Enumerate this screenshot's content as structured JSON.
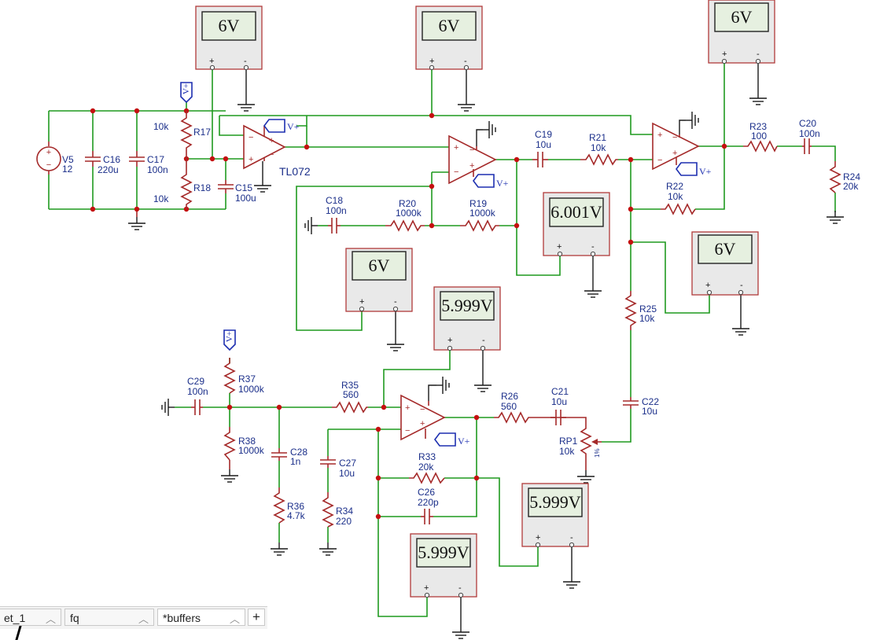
{
  "meters": [
    {
      "id": "m1",
      "value": "6V",
      "plus": "+",
      "minus": "-"
    },
    {
      "id": "m2",
      "value": "6V",
      "plus": "+",
      "minus": "-"
    },
    {
      "id": "m3",
      "value": "6V",
      "plus": "+",
      "minus": "-"
    },
    {
      "id": "m4",
      "value": "6.001V",
      "plus": "+",
      "minus": "-"
    },
    {
      "id": "m5",
      "value": "6V",
      "plus": "+",
      "minus": "-"
    },
    {
      "id": "m6",
      "value": "6V",
      "plus": "+",
      "minus": "-"
    },
    {
      "id": "m7",
      "value": "5.999V",
      "plus": "+",
      "minus": "-"
    },
    {
      "id": "m8",
      "value": "5.999V",
      "plus": "+",
      "minus": "-"
    },
    {
      "id": "m9",
      "value": "5.999V",
      "plus": "+",
      "minus": "-"
    }
  ],
  "components": {
    "V5": {
      "name": "V5",
      "value": "12"
    },
    "C16": {
      "name": "C16",
      "value": "220u"
    },
    "C17": {
      "name": "C17",
      "value": "100n"
    },
    "R17": {
      "name": "R17",
      "value": "10k"
    },
    "R18": {
      "name": "R18",
      "value": "10k"
    },
    "C15": {
      "name": "C15",
      "value": "100u"
    },
    "U1": {
      "name": "TL072"
    },
    "C18": {
      "name": "C18",
      "value": "100n"
    },
    "R20": {
      "name": "R20",
      "value": "1000k"
    },
    "R19": {
      "name": "R19",
      "value": "1000k"
    },
    "C19": {
      "name": "C19",
      "value": "10u"
    },
    "R21": {
      "name": "R21",
      "value": "10k"
    },
    "R22": {
      "name": "R22",
      "value": "10k"
    },
    "R23": {
      "name": "R23",
      "value": "100"
    },
    "C20": {
      "name": "C20",
      "value": "100n"
    },
    "R24": {
      "name": "R24",
      "value": "20k"
    },
    "R25": {
      "name": "R25",
      "value": "10k"
    },
    "C22": {
      "name": "C22",
      "value": "10u"
    },
    "C29": {
      "name": "C29",
      "value": "100n"
    },
    "R37": {
      "name": "R37",
      "value": "1000k"
    },
    "R38": {
      "name": "R38",
      "value": "1000k"
    },
    "R35": {
      "name": "R35",
      "value": "560"
    },
    "C28": {
      "name": "C28",
      "value": "1n"
    },
    "R36": {
      "name": "R36",
      "value": "4.7k"
    },
    "C27": {
      "name": "C27",
      "value": "10u"
    },
    "R34": {
      "name": "R34",
      "value": "220"
    },
    "R26": {
      "name": "R26",
      "value": "560"
    },
    "C21": {
      "name": "C21",
      "value": "10u"
    },
    "RP1": {
      "name": "RP1",
      "value": "10k",
      "extra": "1%"
    },
    "R33": {
      "name": "R33",
      "value": "20k"
    },
    "C26": {
      "name": "C26",
      "value": "220p"
    }
  },
  "power_label": "V+",
  "tabs": [
    {
      "label": "et_1"
    },
    {
      "label": "fq"
    },
    {
      "label": "*buffers"
    }
  ],
  "add_tab": "+"
}
